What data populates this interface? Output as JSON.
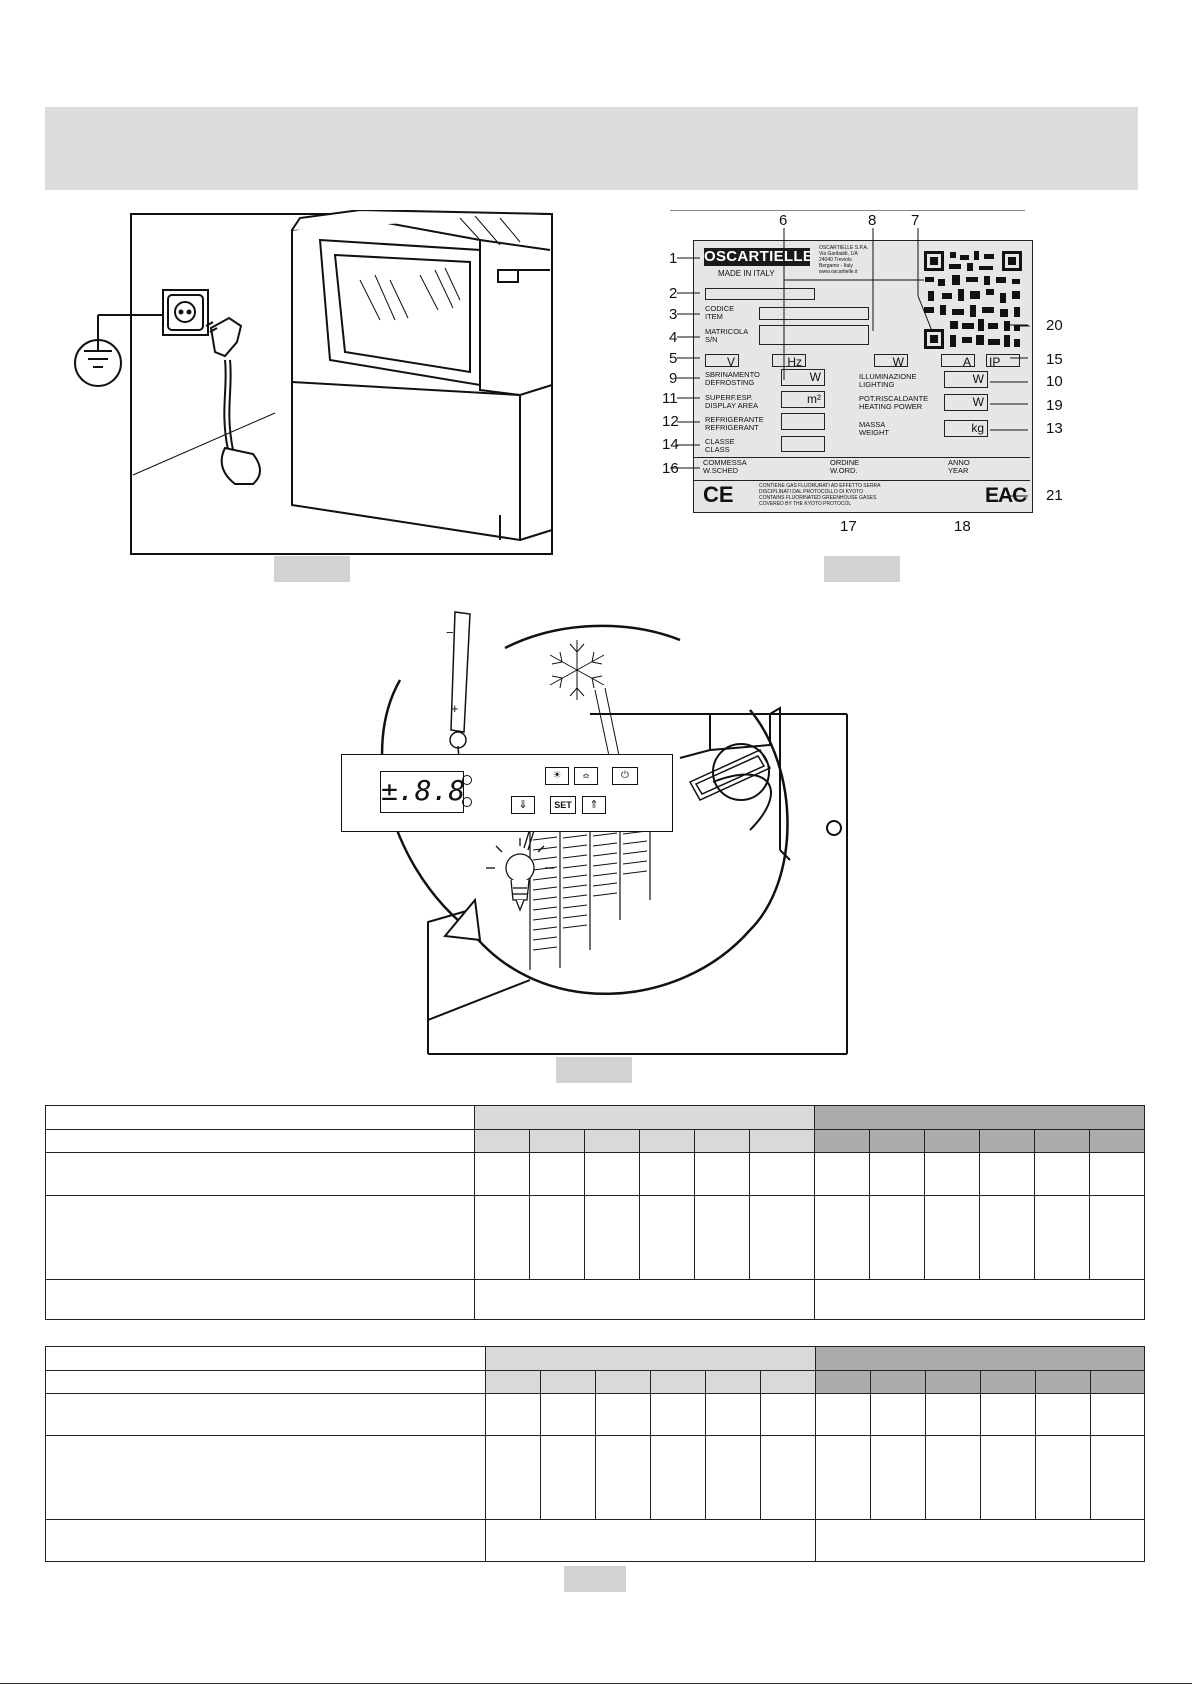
{
  "nameplate": {
    "brand": "OSCARTIELLE",
    "made_in": "MADE IN ITALY",
    "company_lines": [
      "OSCARTIELLE S.P.A.",
      "Via Garibaldi, 1/A",
      "24040 Treviolo",
      "Bergamo - Italy",
      "www.oscartielle.it"
    ],
    "fields": {
      "codice": "CODICE",
      "item": "ITEM",
      "matricola": "MATRICOLA",
      "sn": "S/N",
      "sbrinamento": "SBRINAMENTO",
      "defrosting": "DEFROSTING",
      "superf": "SUPERF.ESP.",
      "display_area": "DISPLAY AREA",
      "refrigerante": "REFRIGERANTE",
      "refrigerant": "REFRIGERANT",
      "classe": "CLASSE",
      "class": "CLASS",
      "illuminazione": "ILLUMINAZIONE",
      "lighting": "LIGHTING",
      "pot_riscaldante": "POT.RISCALDANTE",
      "heating_power": "HEATING POWER",
      "massa": "MASSA",
      "weight": "WEIGHT",
      "commessa": "COMMESSA",
      "wsched": "W.SCHED",
      "ordine": "ORDINE",
      "word": "W.ORD.",
      "anno": "ANNO",
      "year": "YEAR"
    },
    "units": {
      "v": "V",
      "hz": "Hz",
      "w": "W",
      "a": "A",
      "ip": "IP",
      "m2": "m²",
      "kg": "kg"
    },
    "gas_lines": [
      "CONTIENE GAS FLUORURATI AD EFFETTO SERRA",
      "DISCIPLINATI DAL PROTOCOLLO DI KYOTO",
      "CONTAINS FLUORINATED GREENHOUSE GASES",
      "COVERED BY THE KYOTO PROTOCOL"
    ],
    "ce_mark": "CE",
    "eac_mark": "EAC",
    "callouts": {
      "n1": "1",
      "n2": "2",
      "n3": "3",
      "n4": "4",
      "n5": "5",
      "n6": "6",
      "n7": "7",
      "n8": "8",
      "n9": "9",
      "n10": "10",
      "n11": "11",
      "n12": "12",
      "n13": "13",
      "n14": "14",
      "n15": "15",
      "n16": "16",
      "n17": "17",
      "n18": "18",
      "n19": "19",
      "n20": "20",
      "n21": "21"
    }
  },
  "controller": {
    "display_digits": "±.8.8",
    "set_button": "SET",
    "thermometer_minus": "−",
    "thermometer_plus": "+"
  },
  "colors": {
    "header_band": "#dcdcdc",
    "table_light": "#d9d9d9",
    "table_dark": "#ababab"
  }
}
